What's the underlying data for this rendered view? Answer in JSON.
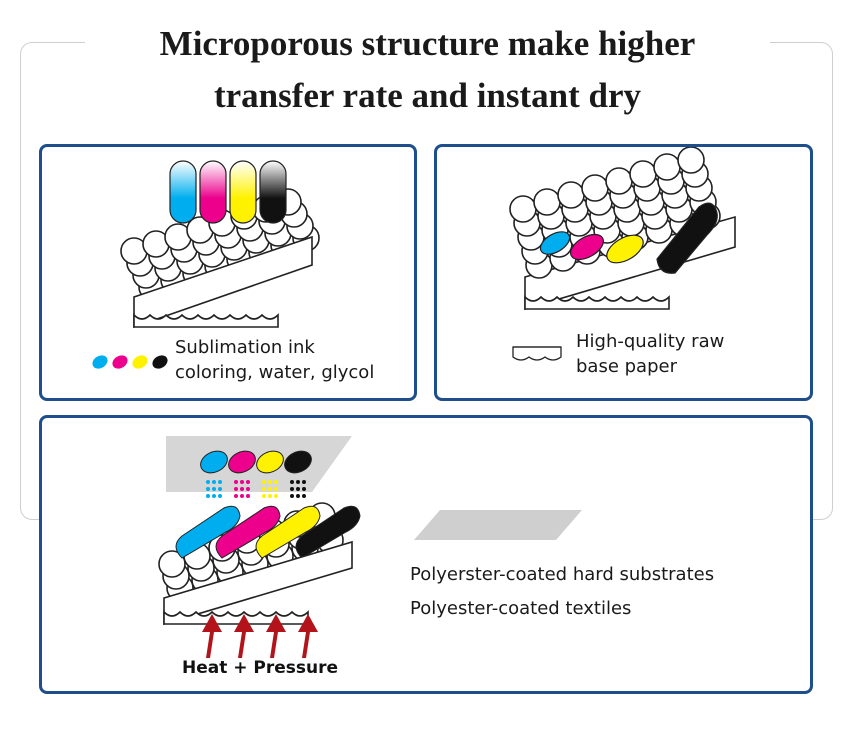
{
  "title": {
    "line1": "Microporous structure make higher",
    "line2": "transfer rate and instant dry"
  },
  "panels": {
    "ink": {
      "caption_line1": "Sublimation ink",
      "caption_line2": "coloring, water, glycol"
    },
    "paper": {
      "caption_line1": "High-quality raw",
      "caption_line2": "base paper"
    },
    "transfer": {
      "substrate_line1": "Polyerster-coated hard substrates",
      "substrate_line2": "Polyester-coated textiles",
      "heat_label": "Heat + Pressure"
    }
  },
  "colors": {
    "border": "#1e4f8c",
    "cyan": "#00aeef",
    "magenta": "#ec008c",
    "yellow": "#fff200",
    "black": "#111111",
    "heat_arrow": "#b3141b",
    "substrate_gray": "#cfcfcf"
  },
  "icons": [
    "ink-drop-icon",
    "paper-layer-icon",
    "heat-arrow-icon"
  ]
}
